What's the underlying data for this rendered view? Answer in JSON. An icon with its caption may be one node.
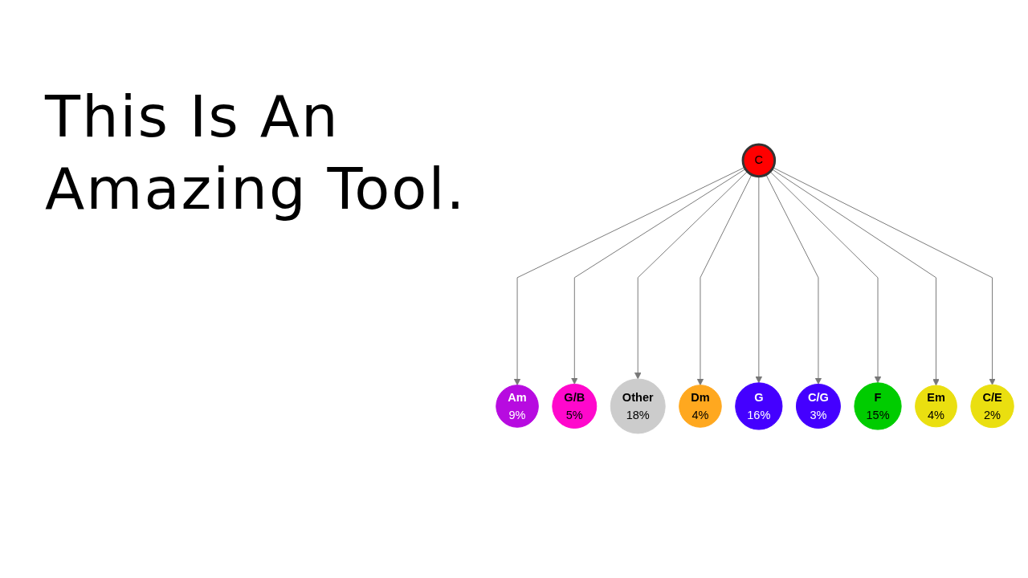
{
  "diagram": {
    "title": "This Is An Amazing Tool.",
    "nodes": [
      {
        "text": [
          "Am",
          "9%"
        ]
      },
      {
        "text": [
          "G/B",
          "5%"
        ]
      },
      {
        "text": [
          "Other",
          "18%"
        ]
      },
      {
        "text": [
          "Dm",
          "4%"
        ]
      },
      {
        "text": [
          "C"
        ]
      },
      {
        "text": [
          "G",
          "16%"
        ]
      },
      {
        "text": [
          "C/G",
          "3%"
        ]
      },
      {
        "text": [
          "F",
          "15%"
        ]
      },
      {
        "text": [
          "Em",
          "4%"
        ]
      },
      {
        "text": [
          "C/E",
          "2%"
        ]
      }
    ],
    "edges": [
      {
        "from": 4,
        "to": 0,
        "arrow": "to"
      },
      {
        "from": 4,
        "to": 1,
        "arrow": "to"
      },
      {
        "from": 4,
        "to": 2,
        "arrow": "to"
      },
      {
        "from": 4,
        "to": 3,
        "arrow": "to"
      },
      {
        "from": 4,
        "to": 5,
        "arrow": "to"
      },
      {
        "from": 4,
        "to": 6,
        "arrow": "to"
      },
      {
        "from": 4,
        "to": 7,
        "arrow": "to"
      },
      {
        "from": 4,
        "to": 8,
        "arrow": "to"
      },
      {
        "from": 4,
        "to": 9,
        "arrow": "to"
      }
    ]
  }
}
